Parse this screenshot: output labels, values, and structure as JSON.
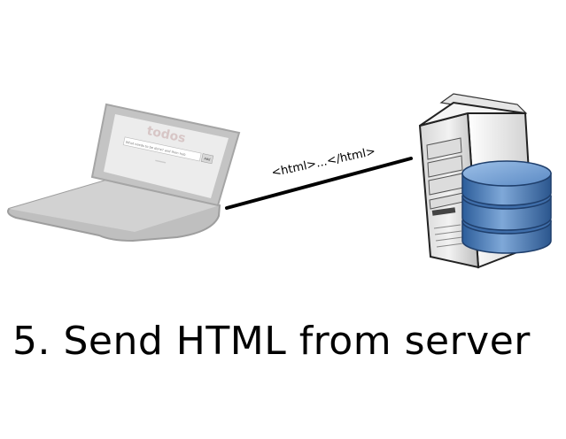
{
  "laptop": {
    "app_title": "todos",
    "input_placeholder": "What needs to be done? and then hub",
    "button_label": "Add"
  },
  "connection": {
    "label": "<html>...</html>"
  },
  "caption": "5. Send HTML from server"
}
